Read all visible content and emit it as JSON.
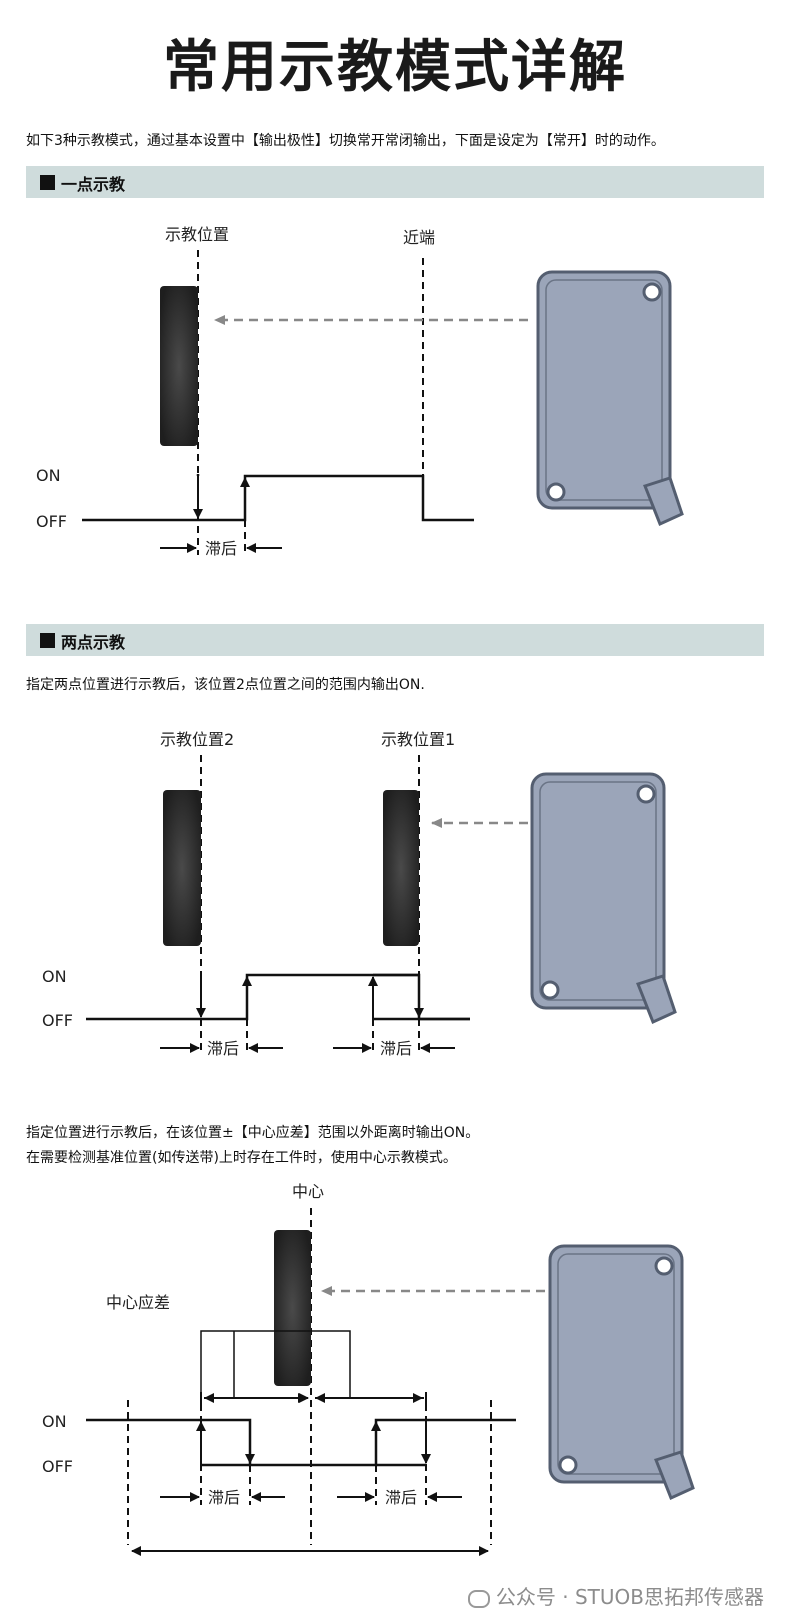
{
  "title": "常用示教模式详解",
  "intro": "如下3种示教模式，通过基本设置中【输出极性】切换常开常闭输出，下面是设定为【常开】时的动作。",
  "sec1": {
    "header": "一点示教",
    "label_teach": "示教位置",
    "label_near": "近端",
    "on": "ON",
    "off": "OFF",
    "lag": "滞后"
  },
  "sec2": {
    "header": "两点示教",
    "desc": "指定两点位置进行示教后，该位置2点位置之间的范围内输出ON.",
    "label_pos2": "示教位置2",
    "label_pos1": "示教位置1",
    "on": "ON",
    "off": "OFF",
    "lag1": "滞后",
    "lag2": "滞后"
  },
  "sec3": {
    "desc1": "指定位置进行示教后，在该位置±【中心应差】范围以外距离时输出ON。",
    "desc2": "在需要检测基准位置(如传送带)上时存在工件时，使用中心示教模式。",
    "label_center": "中心",
    "label_tol": "中心应差",
    "on": "ON",
    "off": "OFF",
    "lag1": "滞后",
    "lag2": "滞后"
  },
  "watermark": "公众号 · STUOB思拓邦传感器",
  "colors": {
    "band": "#cfdcdc",
    "sensor_body": "#9aa4b8",
    "target": "#2a2a2a",
    "arrow_dash": "#888888"
  }
}
